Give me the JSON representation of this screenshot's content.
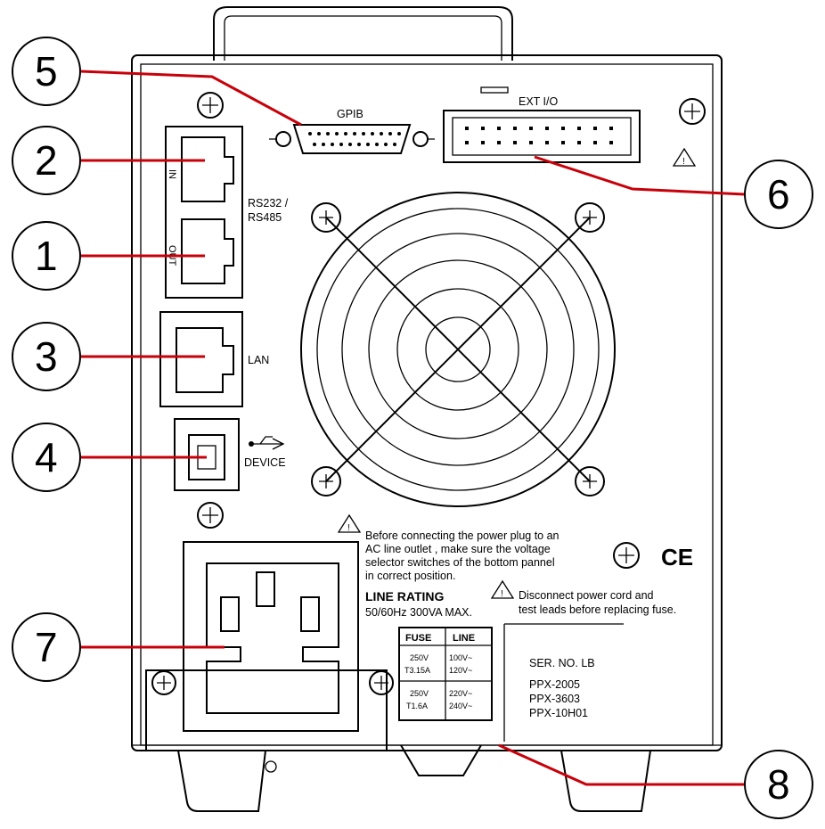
{
  "labels": {
    "gpib": "GPIB",
    "ext_io": "EXT  I/O",
    "rs232": "RS232 /",
    "rs485": "RS485",
    "in": "IN",
    "out": "OUT",
    "lan": "LAN",
    "device": "DEVICE",
    "ce": "CE"
  },
  "warning_text": [
    "Before connecting the power plug to an",
    "AC line outlet , make sure the voltage",
    "selector switches of the bottom pannel",
    "in correct position."
  ],
  "line_rating": {
    "title": "LINE  RATING",
    "value": "50/60Hz 300VA MAX."
  },
  "fuse_warning": [
    "Disconnect power cord and",
    "test leads before replacing fuse."
  ],
  "fuse_table": {
    "headers": [
      "FUSE",
      "LINE"
    ],
    "rows": [
      {
        "fuse": [
          "250V",
          "T3.15A"
        ],
        "line": [
          "100V~",
          "120V~"
        ]
      },
      {
        "fuse": [
          "250V",
          "T1.6A"
        ],
        "line": [
          "220V~",
          "240V~"
        ]
      }
    ]
  },
  "serial": {
    "label": "SER. NO.  LB",
    "models": [
      "PPX-2005",
      "PPX-3603",
      "PPX-10H01"
    ]
  },
  "callouts": [
    "1",
    "2",
    "3",
    "4",
    "5",
    "6",
    "7",
    "8"
  ],
  "colors": {
    "callout_line": "#c8000a",
    "outline": "#000000",
    "background": "#ffffff"
  }
}
